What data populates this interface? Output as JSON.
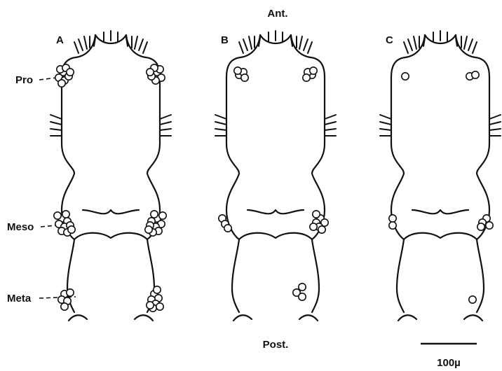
{
  "orientation": {
    "anterior": "Ant.",
    "posterior": "Post."
  },
  "segment_labels": {
    "pro": "Pro",
    "meso": "Meso",
    "meta": "Meta"
  },
  "panels": [
    {
      "id": "A",
      "label": "A",
      "density": "dense"
    },
    {
      "id": "B",
      "label": "B",
      "density": "medium"
    },
    {
      "id": "C",
      "label": "C",
      "density": "sparse"
    }
  ],
  "scale_bar": {
    "label": "100µ"
  }
}
